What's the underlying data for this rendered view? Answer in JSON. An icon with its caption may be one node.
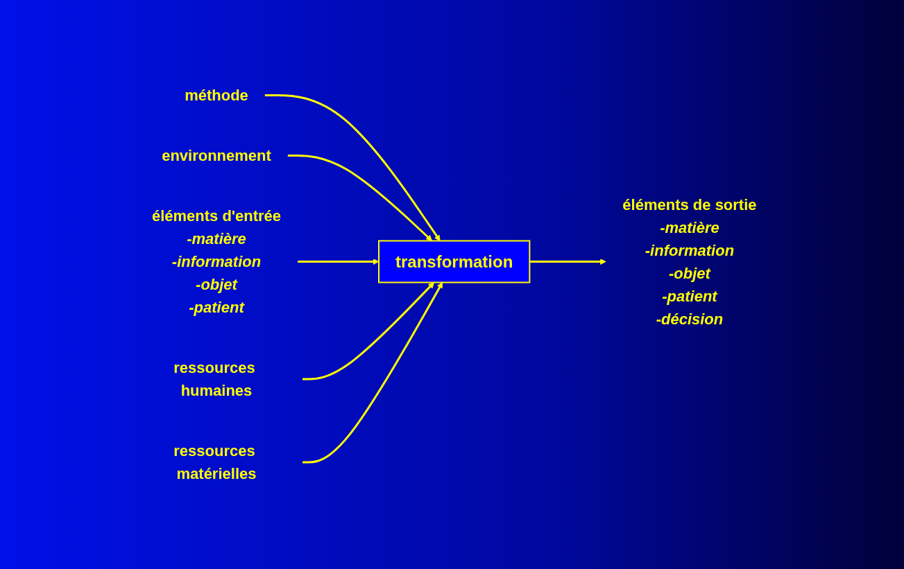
{
  "diagram": {
    "nodes": [
      {
        "text": [
          "méthode"
        ]
      },
      {
        "text": [
          "environnement"
        ]
      },
      {
        "text": [
          "éléments d'entrée",
          "-matière",
          "-information",
          "-objet",
          "-patient"
        ]
      },
      {
        "text": [
          "transformation"
        ]
      },
      {
        "text": [
          "éléments de sortie",
          "-matière",
          "-information",
          "-objet",
          "-patient",
          "-décision"
        ]
      },
      {
        "text": [
          "ressources humaines"
        ]
      },
      {
        "text": [
          "ressources matérielles"
        ]
      }
    ],
    "edges": [
      {
        "from": 0,
        "to": 3,
        "arrow": "to"
      },
      {
        "from": 1,
        "to": 3,
        "arrow": "to"
      },
      {
        "from": 2,
        "to": 3,
        "arrow": "to"
      },
      {
        "from": 3,
        "to": 4,
        "arrow": "to"
      },
      {
        "from": 5,
        "to": 3,
        "arrow": "to"
      },
      {
        "from": 6,
        "to": 3,
        "arrow": "to"
      }
    ]
  }
}
